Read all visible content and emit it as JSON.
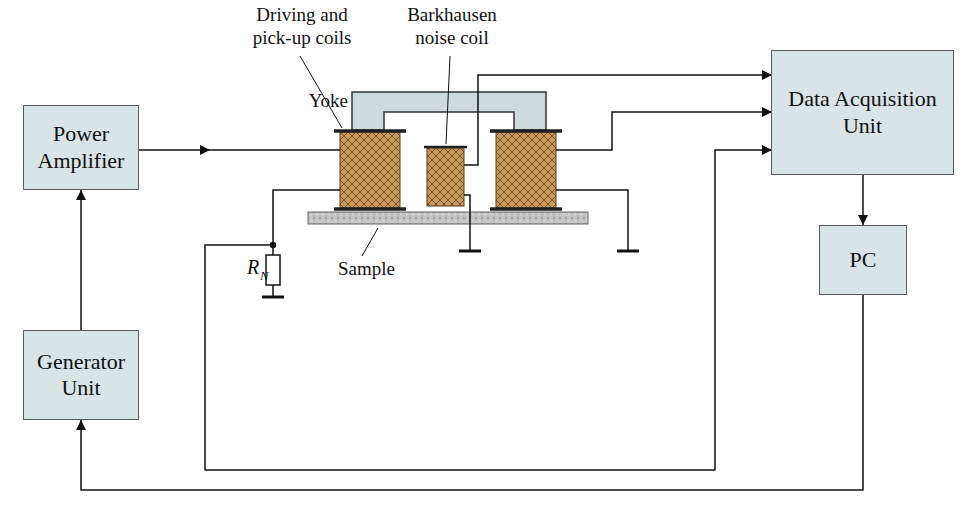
{
  "diagram": {
    "nodes": [
      {
        "text": [
          "Power Amplifier"
        ]
      },
      {
        "text": [
          "Generator Unit"
        ]
      },
      {
        "text": [
          "Data Acquisition Unit"
        ]
      },
      {
        "text": [
          "PC"
        ]
      }
    ],
    "edges": [
      {
        "from": 1,
        "to": 0,
        "arrow": "to"
      },
      {
        "from": 3,
        "to": 1,
        "arrow": "to"
      },
      {
        "from": 2,
        "to": 3,
        "arrow": "to"
      }
    ],
    "labels": [
      "Driving and pick-up coils",
      "Barkhausen noise coil",
      "Yoke",
      "Sample",
      "R",
      "N"
    ]
  }
}
